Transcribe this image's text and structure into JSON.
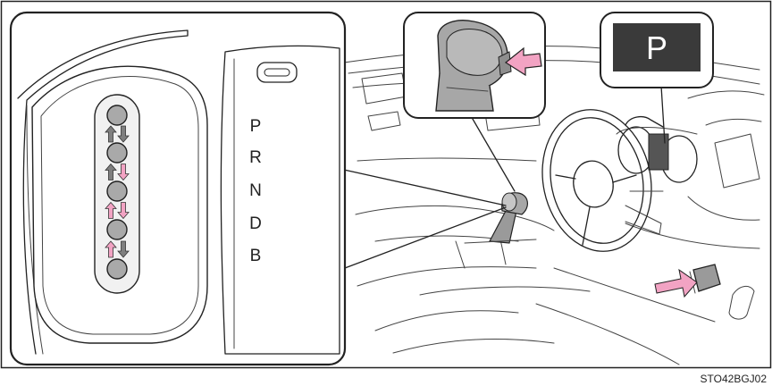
{
  "gear_positions": [
    "P",
    "R",
    "N",
    "D",
    "B"
  ],
  "indicator_label": "P",
  "figure_code": "STO42BGJ02",
  "colors": {
    "arrow_gray": "#7f7f7f",
    "arrow_pink": "#f2a3c3",
    "badge_fill": "#3a3a3a",
    "knob_fill": "#a7a7a7",
    "line": "#222222"
  },
  "icons": {
    "shift_arrow": "shift-direction-arrow",
    "brake_arrow": "press-direction-arrow"
  }
}
